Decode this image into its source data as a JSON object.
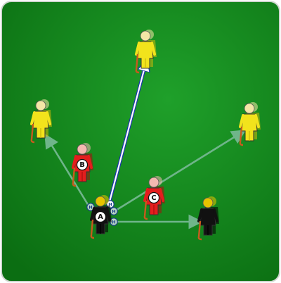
{
  "pitch": {
    "colors": {
      "grass_dark": "#0b6e12",
      "grass_light": "#1fa02a",
      "border": "#cfd6cf"
    }
  },
  "players": [
    {
      "id": "a",
      "label": "A",
      "team": "black"
    },
    {
      "id": "b",
      "label": "B",
      "team": "red"
    },
    {
      "id": "c",
      "label": "C",
      "team": "red"
    },
    {
      "id": "top",
      "label": "",
      "team": "yellow"
    },
    {
      "id": "left",
      "label": "",
      "team": "yellow"
    },
    {
      "id": "right",
      "label": "",
      "team": "yellow"
    },
    {
      "id": "bottom-right",
      "label": "",
      "team": "black"
    }
  ],
  "pass_markers": [
    "H",
    "H",
    "H",
    "H"
  ],
  "arrows": [
    {
      "name": "pass-arrow-to-top",
      "style": "primary"
    },
    {
      "name": "pass-arrow-to-left",
      "style": "option"
    },
    {
      "name": "pass-arrow-to-right",
      "style": "option"
    },
    {
      "name": "pass-arrow-to-bottom-right",
      "style": "option"
    }
  ],
  "team_colors": {
    "yellow": {
      "body": "#f2e31c",
      "shade": "#c9b80b",
      "head": "#f3e6a6"
    },
    "red": {
      "body": "#e41d1d",
      "shade": "#a90f0f",
      "head": "#f4b9b0"
    },
    "black": {
      "body": "#111111",
      "shade": "#000000",
      "head": "#e7c400"
    }
  },
  "arrow_colors": {
    "primary": "#ffffff",
    "primary_edge": "#1b2fb5",
    "option": "#6fb58a"
  }
}
